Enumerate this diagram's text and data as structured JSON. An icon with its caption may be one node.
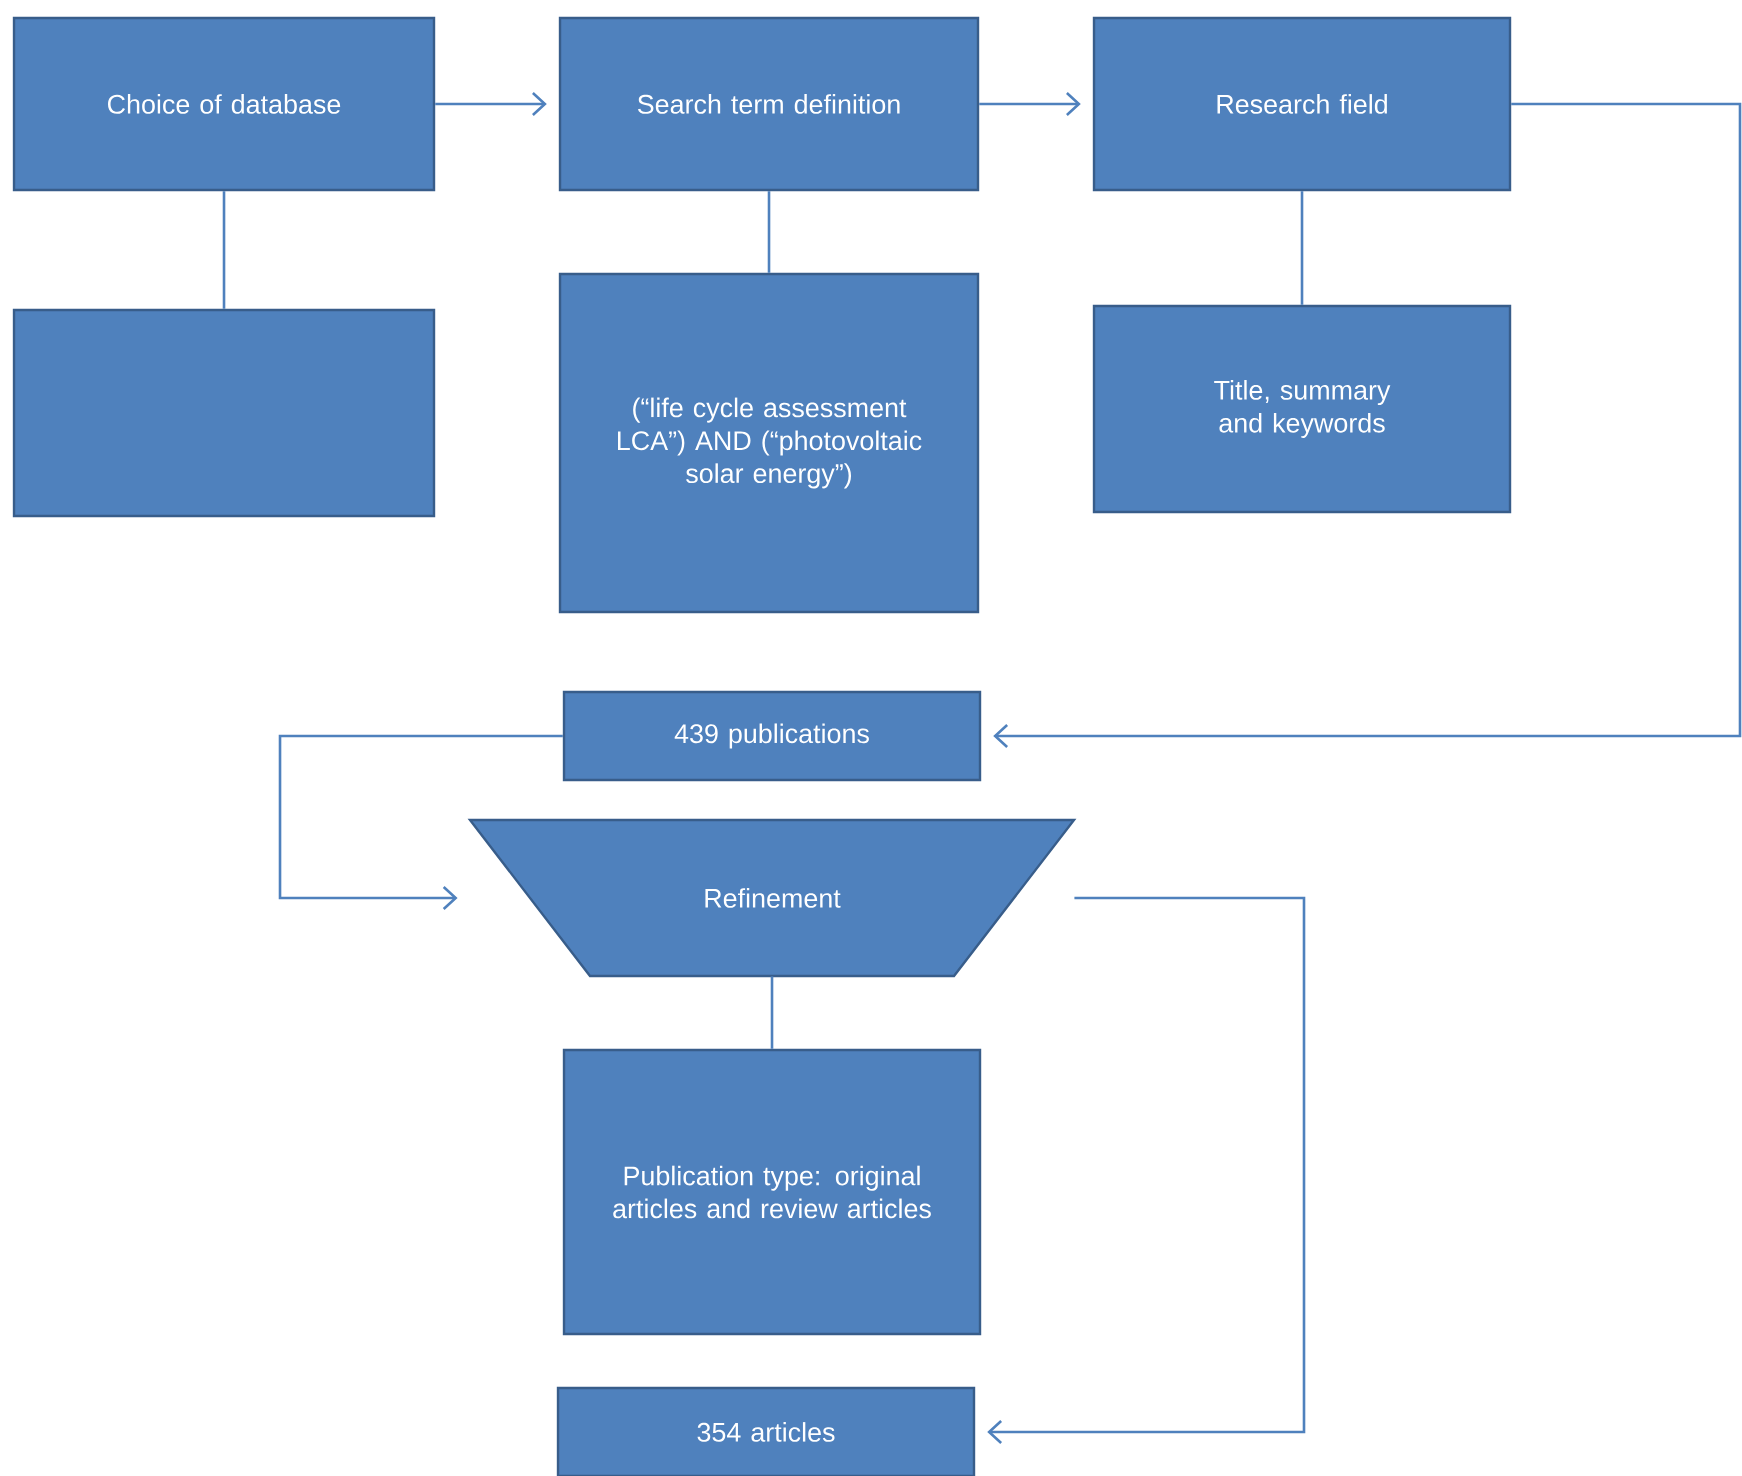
{
  "diagram": {
    "nodes": [
      {
        "text": [
          "Choice of database"
        ]
      },
      {
        "text": [],
        "shape": "box"
      },
      {
        "text": [
          "Search term definition"
        ]
      },
      {
        "text": [
          "(“life cycle assessment LCA”) AND (“photovoltaic solar energy”)"
        ]
      },
      {
        "text": [
          "Research field"
        ]
      },
      {
        "text": [
          "Title, summary and keywords"
        ]
      },
      {
        "text": [
          "439 publications"
        ]
      },
      {
        "text": [
          "Refinement"
        ]
      },
      {
        "text": [
          "Publication type: original articles and review articles"
        ]
      },
      {
        "text": [
          "354 articles"
        ]
      }
    ],
    "edges": [
      {
        "from": 0,
        "to": 2,
        "arrow": "to"
      },
      {
        "from": 0,
        "to": 1,
        "arrow": "none"
      },
      {
        "from": 2,
        "to": 4,
        "arrow": "to"
      },
      {
        "from": 2,
        "to": 3,
        "arrow": "none"
      },
      {
        "from": 4,
        "to": 5,
        "arrow": "none"
      },
      {
        "from": 4,
        "to": 6,
        "arrow": "to"
      },
      {
        "from": 6,
        "to": 7,
        "arrow": "to"
      },
      {
        "from": 7,
        "to": 8,
        "arrow": "none"
      },
      {
        "from": 7,
        "to": 9,
        "arrow": "to"
      }
    ]
  }
}
